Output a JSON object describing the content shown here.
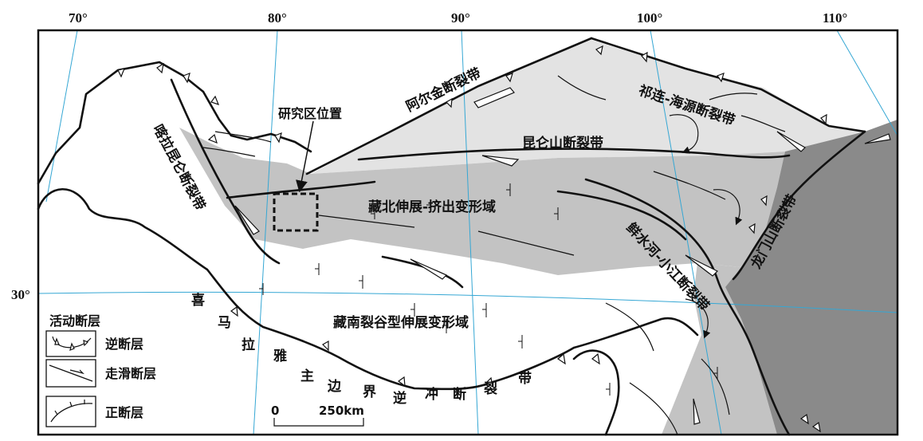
{
  "longitudes": [
    "70°",
    "80°",
    "90°",
    "100°",
    "110°"
  ],
  "latitude": "30°",
  "labels": {
    "kalakunlun": "喀拉昆仑断裂带",
    "altyn": "阿尔金断裂带",
    "qilian": "祁连-海源断裂带",
    "kunlun": "昆仑山断裂带",
    "longmen": "龙门山断裂带",
    "xianshuihe": "鲜水河-小江断裂带",
    "north_domain": "藏北伸展-挤出变形域",
    "south_domain": "藏南裂谷型伸展变形域",
    "study_area": "研究区位置",
    "himalaya": "喜马拉雅主边界逆冲断裂带"
  },
  "legend": {
    "title": "活动断层",
    "items": [
      {
        "label": "逆断层",
        "icon": "thrust-fault-symbol"
      },
      {
        "label": "走滑断层",
        "icon": "strike-slip-fault-symbol"
      },
      {
        "label": "正断层",
        "icon": "normal-fault-symbol"
      }
    ]
  },
  "scale_bar": {
    "start": "0",
    "end": "250km"
  },
  "colors": {
    "light_gray": "#e3e3e3",
    "mid_gray": "#c3c3c3",
    "dark_gray": "#8a8a8a",
    "graticule": "#35a7d4"
  }
}
